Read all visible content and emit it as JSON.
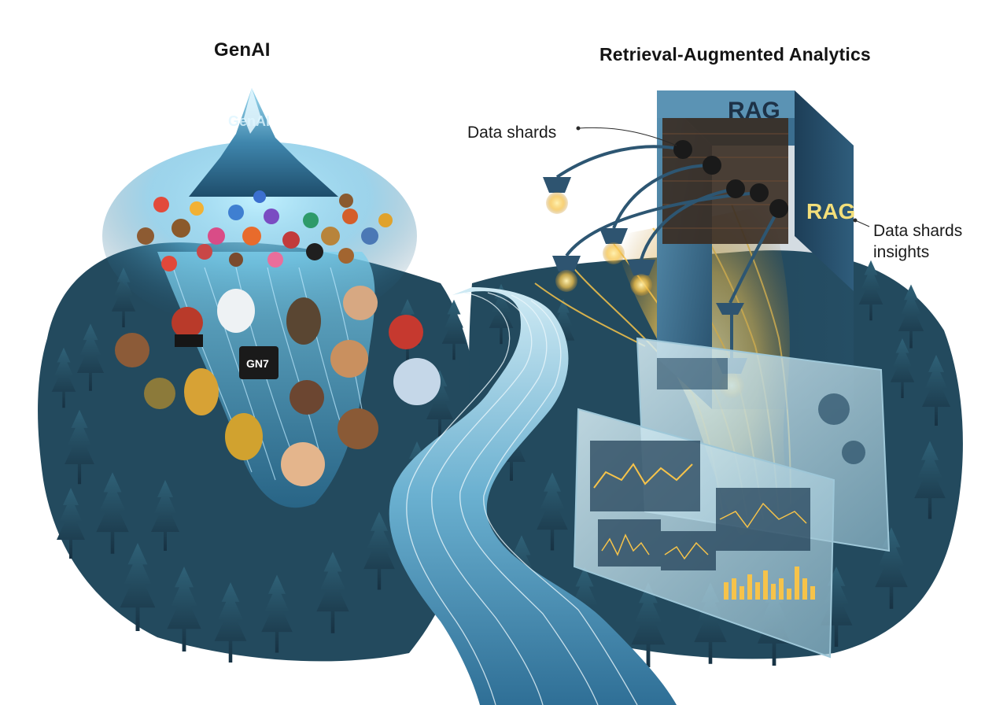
{
  "titles": {
    "left": "GenAI",
    "right": "Retrieval-Augmented Analytics"
  },
  "labels": {
    "data_shards_top": "Data shards",
    "data_shards_right_line1": "Data shards",
    "data_shards_right_line2": "insights"
  },
  "mountain_text": "GenAI",
  "rag_labels": {
    "front": "RAG",
    "side": "RAG"
  },
  "badge_text": "GN7",
  "icons": [
    "mountain-icon",
    "river-icon",
    "rag-server-icon",
    "pipe-nozzle-icon",
    "dashboard-panel-icon",
    "avatar-face-icon",
    "pine-tree-icon"
  ],
  "colors": {
    "forest_dark": "#1f3f52",
    "forest_mid": "#2d5a6e",
    "river_light": "#b6dcec",
    "river_mid": "#4f93b8",
    "glow_gold": "#f6c34a",
    "server_blue": "#3b6e8f",
    "panel_glass": "#cfe6ef"
  }
}
